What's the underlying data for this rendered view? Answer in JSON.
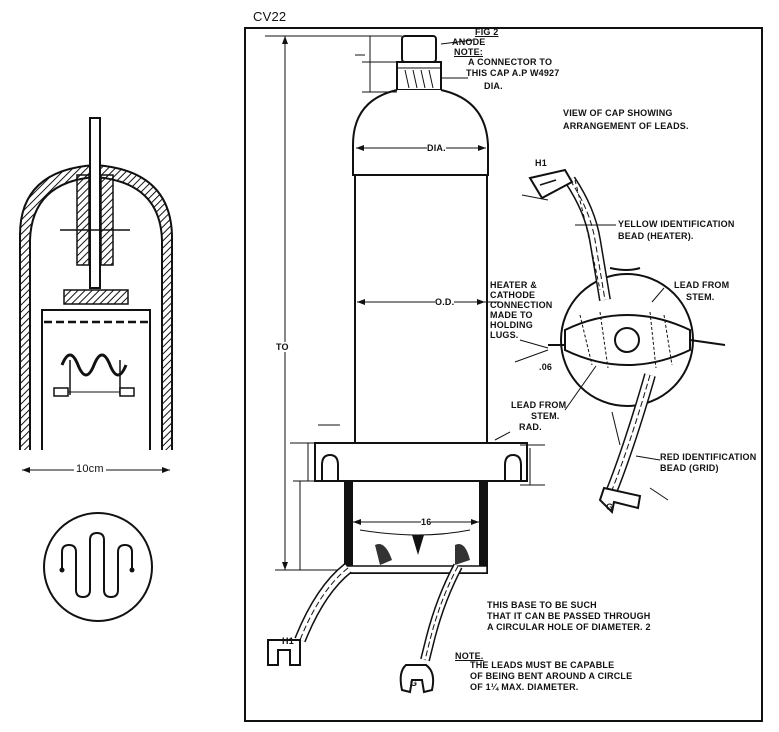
{
  "header": {
    "code": "CV22"
  },
  "fig": {
    "label": "FIG 2"
  },
  "left": {
    "scale": "10cm"
  },
  "main": {
    "anode": "ANODE",
    "note1": [
      "NOTE:",
      "A CONNECTOR TO",
      "THIS CAP A.P W4927"
    ],
    "cap_dia": "DIA.",
    "view_cap": [
      "VIEW OF CAP SHOWING",
      "ARRANGEMENT OF LEADS."
    ],
    "bulb_dia": "DIA.",
    "od": "O.D.",
    "heater_note": [
      "HEATER &",
      "CATHODE",
      "CONNECTION",
      "MADE TO",
      "HOLDING",
      "LUGS."
    ],
    "yellow": [
      "YELLOW IDENTIFICATION",
      "BEAD (HEATER)."
    ],
    "lead_from_stem_right": [
      "LEAD FROM",
      "STEM."
    ],
    "lead_from_stem_left": [
      "LEAD FROM",
      "STEM."
    ],
    "rad": "RAD.",
    "red": [
      "RED IDENTIFICATION",
      "BEAD (GRID)"
    ],
    "base_note": [
      "THIS BASE TO BE SUCH",
      "THAT IT CAN BE PASSED THROUGH",
      "A CIRCULAR HOLE OF DIAMETER. 2"
    ],
    "note2": [
      "NOTE.",
      "THE LEADS MUST BE CAPABLE",
      "OF BEING BENT AROUND A CIRCLE",
      "OF 1¼ MAX. DIAMETER."
    ],
    "height_to": "TO",
    "pin_h1": "H1",
    "pin_h1_left": "H1",
    "pin_g_right": "G",
    "pin_g_bottom": "G",
    "dim_006": ".06",
    "dim_base": "16"
  }
}
